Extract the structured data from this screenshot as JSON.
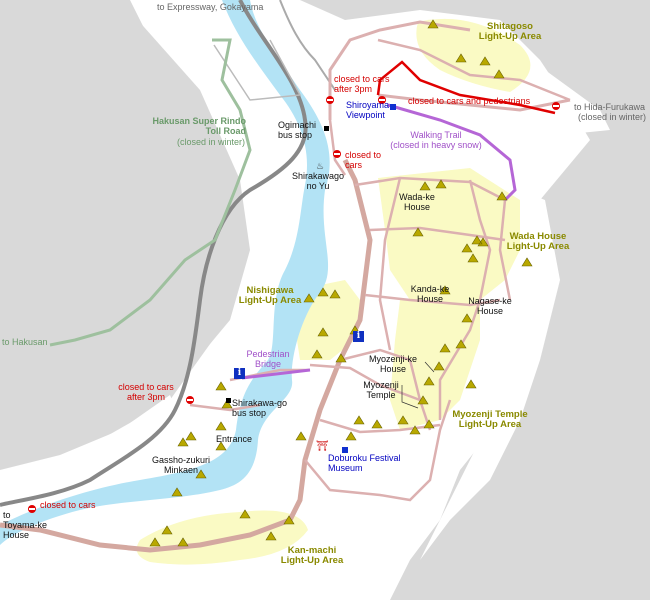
{
  "map": {
    "colors": {
      "land": "#d9d9d9",
      "valley": "#ffffff",
      "river": "#b3e3f5",
      "light_up_area": "#fafac4",
      "main_road": "#d4a8a0",
      "local_road": "#dcb0b0",
      "expressway_route": "#888888",
      "super_rindo": "#9ec09e",
      "walking_trail": "#b566d6",
      "restricted_road": "#e00000",
      "house": "#b8a800"
    },
    "areas": {
      "shitagoso": "Shitagoso\nLight-Up Area",
      "wada": "Wada House\nLight-Up Area",
      "nishigawa": "Nishigawa\nLight-Up Area",
      "myozenji": "Myozenji Temple\nLight-Up Area",
      "kanmachi": "Kan-machi\nLight-Up Area"
    },
    "places": {
      "wada_ke": "Wada-ke\nHouse",
      "kanda_ke": "Kanda-ke\nHouse",
      "nagase_ke": "Nagase-ke\nHouse",
      "myozenji_ke": "Myozenji-ke\nHouse",
      "myozenji_temple": "Myozenji\nTemple",
      "shiroyama": "Shiroyama\nViewpoint",
      "shirakawago_no_yu": "Shirakawago\nno Yu",
      "ogimachi_stop": "Ogimachi\nbus stop",
      "shirakawago_stop": "Shirakawa-go\nbus stop",
      "entrance": "Entrance",
      "gassho_minkaen": "Gassho-zukuri\nMinkaen",
      "doburoku": "Doburoku Festival\nMuseum",
      "pedestrian_bridge": "Pedestrian\nBridge"
    },
    "routes": {
      "expressway": "to Expressway, Gokayama",
      "hida_furukawa": "to Hida-Furukawa",
      "hida_closed": "(closed in winter)",
      "hakusan": "to Hakusan",
      "toyama_ke": "to\nToyama-ke\nHouse",
      "super_rindo": "Hakusan Super Rindo\nToll Road",
      "super_rindo_closed": "(closed in winter)",
      "walking_trail": "Walking Trail",
      "walking_trail_note": "(closed in heavy snow)"
    },
    "restrictions": {
      "north_3pm": "closed to cars\nafter 3pm",
      "cars_pedestrians": "closed to cars and pedestrians",
      "cars_center": "closed to\ncars",
      "west_3pm": "closed to cars\nafter 3pm",
      "southwest_cars": "closed to cars"
    },
    "icons": {
      "info": "i",
      "onsen": "♨"
    }
  }
}
